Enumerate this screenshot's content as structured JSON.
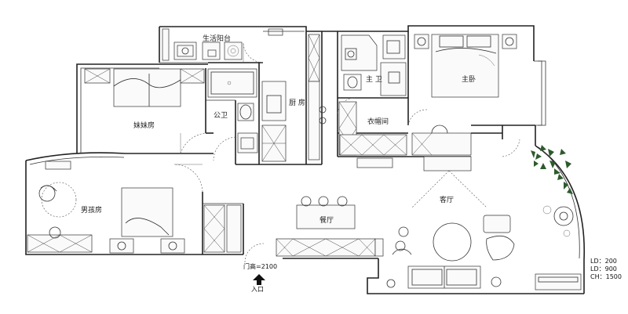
{
  "rooms": {
    "balcony": "生活阳台",
    "sister_room": "妹妹房",
    "public_bath": "公卫",
    "kitchen": "厨  房",
    "master_bath": "主 卫",
    "master_bed": "主卧",
    "closet": "衣帽间",
    "boy_room": "男孩房",
    "dining": "餐厅",
    "living": "客厅"
  },
  "entry": {
    "door_height": "门高=2100",
    "label": "入口"
  },
  "lighting": {
    "ld1": "LD：200",
    "ld2": "LD：900",
    "ch": "CH：1500"
  },
  "colors": {
    "wall": "#222222",
    "plant": "#2e5a2e"
  }
}
